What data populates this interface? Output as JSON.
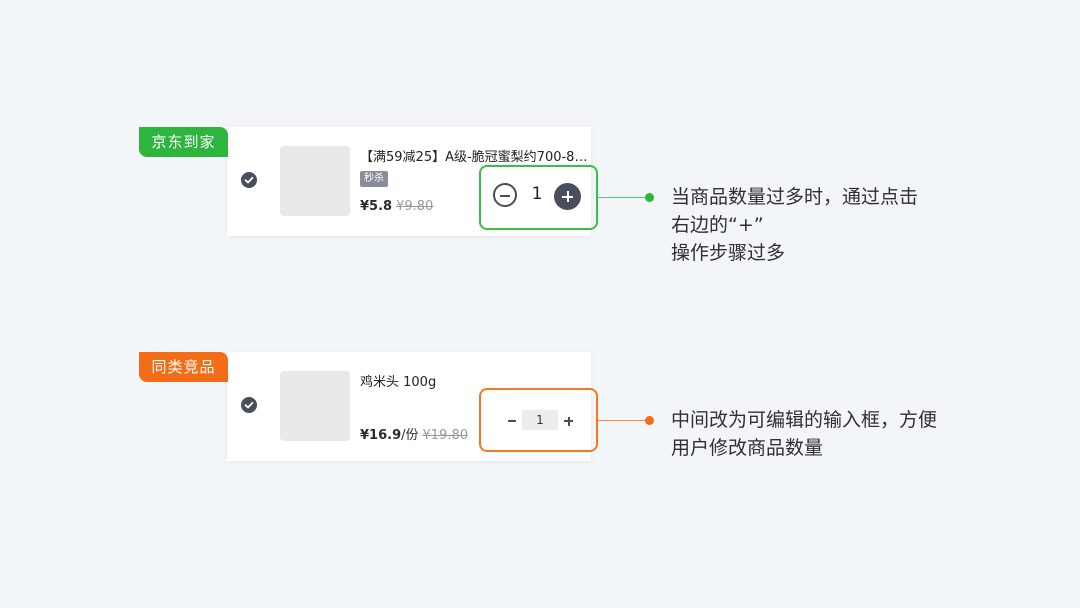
{
  "cards": [
    {
      "tag": "京东到家",
      "title": "【满59减25】A级-脆冠蜜梨约700-8…",
      "badge": "秒杀",
      "price": "¥5.8",
      "price_unit": "",
      "price_old": "¥9.80",
      "quantity": "1",
      "annotation": "当商品数量过多时，通过点击\n右边的“+”\n操作步骤过多"
    },
    {
      "tag": "同类竞品",
      "title": "鸡米头 100g",
      "badge": "",
      "price": "¥16.9",
      "price_unit": "/份",
      "price_old": "¥19.80",
      "quantity": "1",
      "annotation": "中间改为可编辑的输入框，方便\n用户修改商品数量"
    }
  ],
  "colors": {
    "green": "#2db53d",
    "orange": "#f36d18",
    "background": "#f3f6f9"
  },
  "icons": {
    "check": "check-circle-icon",
    "minus": "minus-icon",
    "plus": "plus-icon"
  }
}
